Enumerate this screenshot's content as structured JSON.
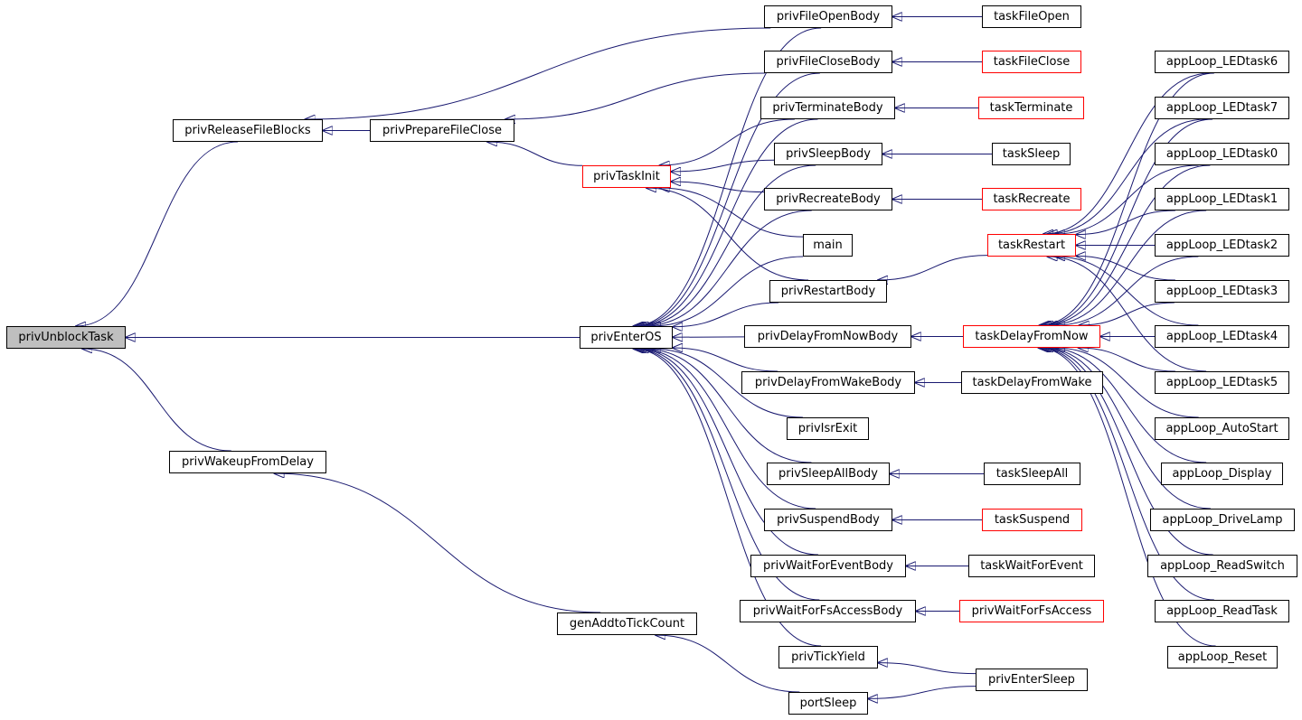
{
  "colors": {
    "edge": "#191970",
    "root_fill": "#bfbfbf",
    "border": "#000000",
    "truncated_border": "#ff0000"
  },
  "nodes": {
    "privUnblockTask": "privUnblockTask",
    "privReleaseFileBlocks": "privReleaseFileBlocks",
    "privWakeupFromDelay": "privWakeupFromDelay",
    "privPrepareFileClose": "privPrepareFileClose",
    "privTaskInit": "privTaskInit",
    "privEnterOS": "privEnterOS",
    "genAddtoTickCount": "genAddtoTickCount",
    "privFileOpenBody": "privFileOpenBody",
    "privFileCloseBody": "privFileCloseBody",
    "privTerminateBody": "privTerminateBody",
    "privSleepBody": "privSleepBody",
    "privRecreateBody": "privRecreateBody",
    "main": "main",
    "privRestartBody": "privRestartBody",
    "privDelayFromNowBody": "privDelayFromNowBody",
    "privDelayFromWakeBody": "privDelayFromWakeBody",
    "privIsrExit": "privIsrExit",
    "privSleepAllBody": "privSleepAllBody",
    "privSuspendBody": "privSuspendBody",
    "privWaitForEventBody": "privWaitForEventBody",
    "privWaitForFsAccessBody": "privWaitForFsAccessBody",
    "privTickYield": "privTickYield",
    "portSleep": "portSleep",
    "taskFileOpen": "taskFileOpen",
    "taskFileClose": "taskFileClose",
    "taskTerminate": "taskTerminate",
    "taskSleep": "taskSleep",
    "taskRecreate": "taskRecreate",
    "taskRestart": "taskRestart",
    "taskDelayFromNow": "taskDelayFromNow",
    "taskDelayFromWake": "taskDelayFromWake",
    "taskSleepAll": "taskSleepAll",
    "taskSuspend": "taskSuspend",
    "taskWaitForEvent": "taskWaitForEvent",
    "privWaitForFsAccess": "privWaitForFsAccess",
    "privEnterSleep": "privEnterSleep",
    "appLoop_LEDtask6": "appLoop_LEDtask6",
    "appLoop_LEDtask7": "appLoop_LEDtask7",
    "appLoop_LEDtask0": "appLoop_LEDtask0",
    "appLoop_LEDtask1": "appLoop_LEDtask1",
    "appLoop_LEDtask2": "appLoop_LEDtask2",
    "appLoop_LEDtask3": "appLoop_LEDtask3",
    "appLoop_LEDtask4": "appLoop_LEDtask4",
    "appLoop_LEDtask5": "appLoop_LEDtask5",
    "appLoop_AutoStart": "appLoop_AutoStart",
    "appLoop_Display": "appLoop_Display",
    "appLoop_DriveLamp": "appLoop_DriveLamp",
    "appLoop_ReadSwitch": "appLoop_ReadSwitch",
    "appLoop_ReadTask": "appLoop_ReadTask",
    "appLoop_Reset": "appLoop_Reset"
  },
  "edges": [
    [
      "privReleaseFileBlocks",
      "privUnblockTask"
    ],
    [
      "privWakeupFromDelay",
      "privUnblockTask"
    ],
    [
      "privEnterOS",
      "privUnblockTask"
    ],
    [
      "privPrepareFileClose",
      "privReleaseFileBlocks"
    ],
    [
      "privFileOpenBody",
      "privReleaseFileBlocks"
    ],
    [
      "privTaskInit",
      "privPrepareFileClose"
    ],
    [
      "privFileCloseBody",
      "privPrepareFileClose"
    ],
    [
      "genAddtoTickCount",
      "privWakeupFromDelay"
    ],
    [
      "privTerminateBody",
      "privTaskInit"
    ],
    [
      "privSleepBody",
      "privTaskInit"
    ],
    [
      "privRecreateBody",
      "privTaskInit"
    ],
    [
      "main",
      "privTaskInit"
    ],
    [
      "privRestartBody",
      "privTaskInit"
    ],
    [
      "privFileOpenBody",
      "privEnterOS"
    ],
    [
      "privFileCloseBody",
      "privEnterOS"
    ],
    [
      "privTerminateBody",
      "privEnterOS"
    ],
    [
      "privSleepBody",
      "privEnterOS"
    ],
    [
      "privRecreateBody",
      "privEnterOS"
    ],
    [
      "main",
      "privEnterOS"
    ],
    [
      "privRestartBody",
      "privEnterOS"
    ],
    [
      "privDelayFromNowBody",
      "privEnterOS"
    ],
    [
      "privDelayFromWakeBody",
      "privEnterOS"
    ],
    [
      "privIsrExit",
      "privEnterOS"
    ],
    [
      "privSleepAllBody",
      "privEnterOS"
    ],
    [
      "privSuspendBody",
      "privEnterOS"
    ],
    [
      "privWaitForEventBody",
      "privEnterOS"
    ],
    [
      "privWaitForFsAccessBody",
      "privEnterOS"
    ],
    [
      "privTickYield",
      "privEnterOS"
    ],
    [
      "portSleep",
      "genAddtoTickCount"
    ],
    [
      "taskFileOpen",
      "privFileOpenBody"
    ],
    [
      "taskFileClose",
      "privFileCloseBody"
    ],
    [
      "taskTerminate",
      "privTerminateBody"
    ],
    [
      "taskSleep",
      "privSleepBody"
    ],
    [
      "taskRecreate",
      "privRecreateBody"
    ],
    [
      "taskRestart",
      "privRestartBody"
    ],
    [
      "taskDelayFromNow",
      "privDelayFromNowBody"
    ],
    [
      "taskDelayFromWake",
      "privDelayFromWakeBody"
    ],
    [
      "taskSleepAll",
      "privSleepAllBody"
    ],
    [
      "taskSuspend",
      "privSuspendBody"
    ],
    [
      "taskWaitForEvent",
      "privWaitForEventBody"
    ],
    [
      "privWaitForFsAccess",
      "privWaitForFsAccessBody"
    ],
    [
      "privEnterSleep",
      "privTickYield"
    ],
    [
      "privEnterSleep",
      "portSleep"
    ],
    [
      "appLoop_LEDtask6",
      "taskRestart"
    ],
    [
      "appLoop_LEDtask7",
      "taskRestart"
    ],
    [
      "appLoop_LEDtask0",
      "taskRestart"
    ],
    [
      "appLoop_LEDtask1",
      "taskRestart"
    ],
    [
      "appLoop_LEDtask2",
      "taskRestart"
    ],
    [
      "appLoop_LEDtask3",
      "taskRestart"
    ],
    [
      "appLoop_LEDtask4",
      "taskRestart"
    ],
    [
      "appLoop_LEDtask5",
      "taskRestart"
    ],
    [
      "appLoop_LEDtask6",
      "taskDelayFromNow"
    ],
    [
      "appLoop_LEDtask7",
      "taskDelayFromNow"
    ],
    [
      "appLoop_LEDtask0",
      "taskDelayFromNow"
    ],
    [
      "appLoop_LEDtask1",
      "taskDelayFromNow"
    ],
    [
      "appLoop_LEDtask2",
      "taskDelayFromNow"
    ],
    [
      "appLoop_LEDtask3",
      "taskDelayFromNow"
    ],
    [
      "appLoop_LEDtask4",
      "taskDelayFromNow"
    ],
    [
      "appLoop_LEDtask5",
      "taskDelayFromNow"
    ],
    [
      "appLoop_AutoStart",
      "taskDelayFromNow"
    ],
    [
      "appLoop_Display",
      "taskDelayFromNow"
    ],
    [
      "appLoop_DriveLamp",
      "taskDelayFromNow"
    ],
    [
      "appLoop_ReadSwitch",
      "taskDelayFromNow"
    ],
    [
      "appLoop_ReadTask",
      "taskDelayFromNow"
    ],
    [
      "appLoop_Reset",
      "taskDelayFromNow"
    ]
  ]
}
